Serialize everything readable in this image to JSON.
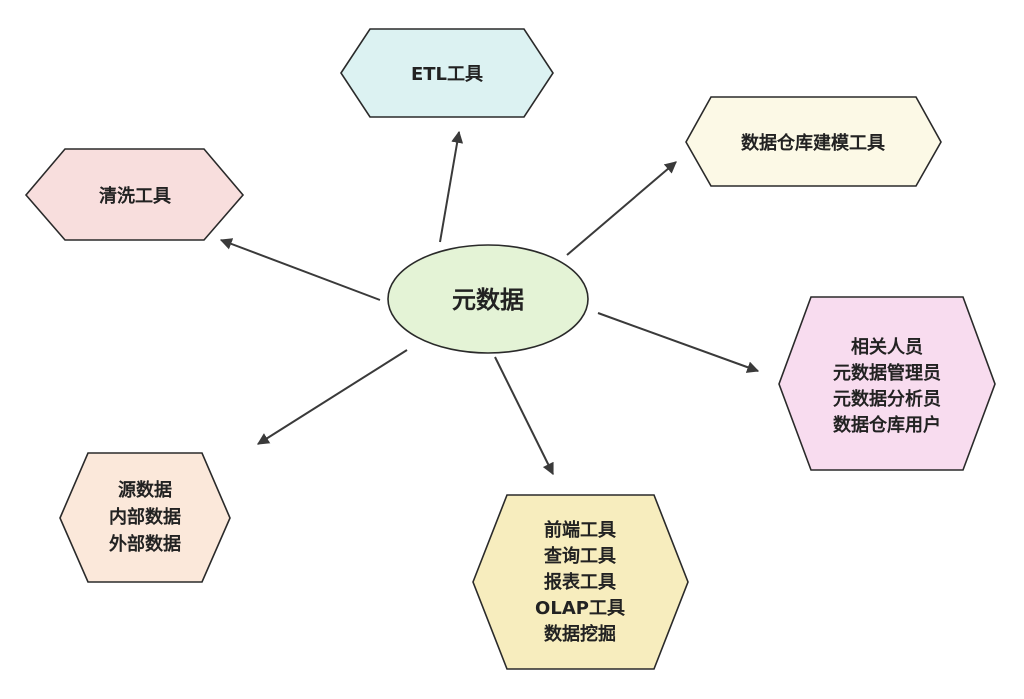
{
  "colors": {
    "stroke": "#2a2a2a",
    "arrow": "#3a3a3a",
    "center_fill": "#e4f3d6",
    "etl_fill": "#dcf2f2",
    "modeling_fill": "#fcf9e6",
    "cleaning_fill": "#f8dedd",
    "personnel_fill": "#f8dcef",
    "sources_fill": "#fbe8da",
    "frontend_fill": "#f7edbe"
  },
  "center": {
    "label": "元数据"
  },
  "nodes": {
    "etl": {
      "lines": [
        "ETL工具"
      ]
    },
    "modeling": {
      "lines": [
        "数据仓库建模工具"
      ]
    },
    "cleaning": {
      "lines": [
        "清洗工具"
      ]
    },
    "personnel": {
      "lines": [
        "相关人员",
        "元数据管理员",
        "元数据分析员",
        "数据仓库用户"
      ]
    },
    "sources": {
      "lines": [
        "源数据",
        "内部数据",
        "外部数据"
      ]
    },
    "frontend": {
      "lines": [
        "前端工具",
        "查询工具",
        "报表工具",
        "OLAP工具",
        "数据挖掘"
      ]
    }
  }
}
